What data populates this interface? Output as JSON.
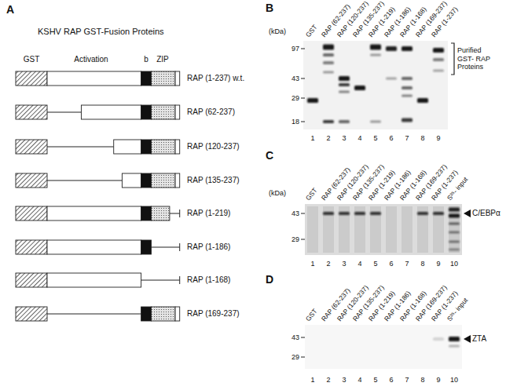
{
  "diagram": {
    "labels": [
      "A",
      "KSHV RAP GST-Fusion Proteins",
      "GST",
      "Activation",
      "b",
      "ZIP",
      "RAP (1-237) w.t.",
      "RAP (62-237)",
      "RAP (120-237)",
      "RAP (135-237)",
      "RAP (1-219)",
      "RAP (1-186)",
      "RAP (1-168)",
      "RAP (169-237)",
      "B",
      "GST",
      "RAP (62-237)",
      "RAP (120-237)",
      "RAP (135-237)",
      "RAP (1-219)",
      "RAP (1-186)",
      "RAP (1-168)",
      "RAP (169-237)",
      "RAP (1-237)",
      "(kDa)",
      "97",
      "43",
      "29",
      "18",
      "Purified GST- RAP Proteins",
      "1",
      "2",
      "3",
      "4",
      "5",
      "6",
      "7",
      "8",
      "9",
      "C",
      "GST",
      "RAP (62-237)",
      "RAP (120-237)",
      "RAP (135-237)",
      "RAP (1-219)",
      "RAP (1-186)",
      "RAP (1-168)",
      "RAP (169-237)",
      "RAP (1-237)",
      "S³⁵- input",
      "(kDa)",
      "43",
      "29",
      "C/EBPα",
      "1",
      "2",
      "3",
      "4",
      "5",
      "6",
      "7",
      "8",
      "9",
      "10",
      "D",
      "GST",
      "RAP (62-237)",
      "RAP (120-237)",
      "RAP (135-237)",
      "RAP (1-219)",
      "RAP (1-186)",
      "RAP (1-168)",
      "RAP (169-237)",
      "RAP (1-237)",
      "S³⁵- input",
      "43",
      "29",
      "ZTA",
      "1",
      "2",
      "3",
      "4",
      "5",
      "6",
      "7",
      "8",
      "9",
      "10"
    ]
  }
}
